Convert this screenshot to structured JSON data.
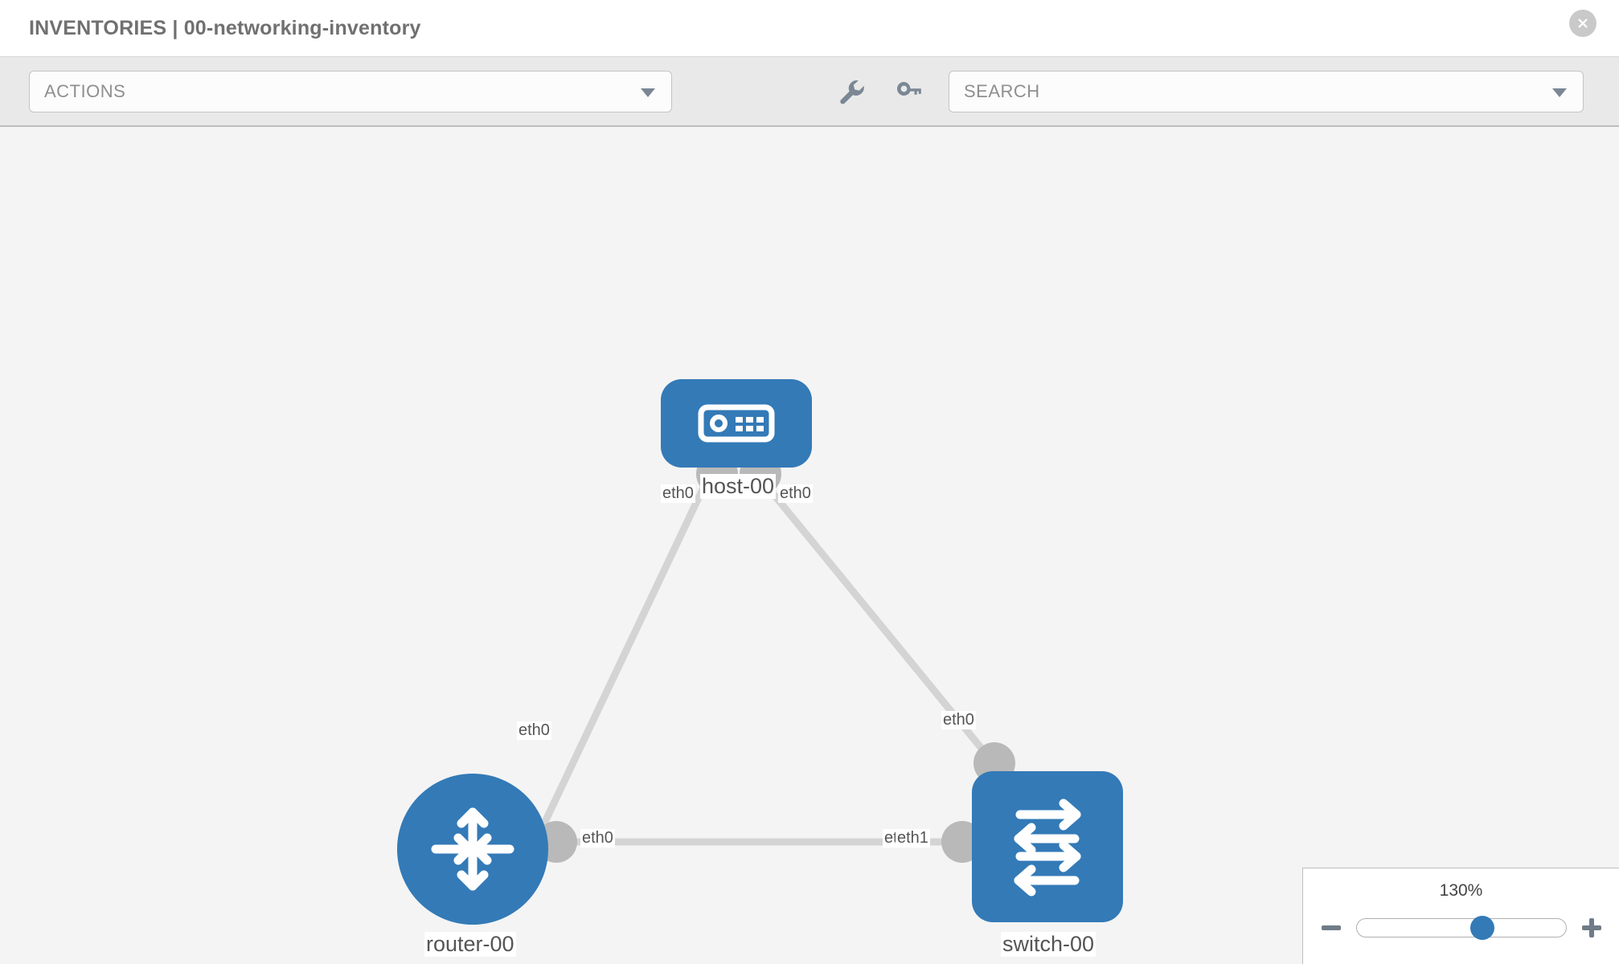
{
  "header": {
    "title": "INVENTORIES | 00-networking-inventory",
    "close_icon": "close-circle-icon"
  },
  "toolbar": {
    "actions": {
      "label": "ACTIONS",
      "caret_icon": "chevron-down-icon"
    },
    "search": {
      "placeholder": "SEARCH",
      "value": "SEARCH",
      "caret_icon": "chevron-down-icon"
    },
    "icons": [
      {
        "name": "wrench-icon",
        "title": "wrench"
      },
      {
        "name": "key-icon",
        "title": "key"
      }
    ]
  },
  "topology": {
    "nodes": [
      {
        "id": "host-00",
        "label": "host-00",
        "type": "host",
        "icon": "server-icon",
        "shape": "rounded-rect",
        "color": "#337ab7"
      },
      {
        "id": "router-00",
        "label": "router-00",
        "type": "router",
        "icon": "router-arrows-icon",
        "shape": "circle",
        "color": "#337ab7"
      },
      {
        "id": "switch-00",
        "label": "switch-00",
        "type": "switch",
        "icon": "switch-arrows-icon",
        "shape": "rounded-square",
        "color": "#337ab7"
      }
    ],
    "links": [
      {
        "from": "host-00",
        "to": "router-00",
        "from_iface": "eth0",
        "to_iface": "eth0"
      },
      {
        "from": "host-00",
        "to": "switch-00",
        "from_iface": "eth0",
        "to_iface": "eth0"
      },
      {
        "from": "router-00",
        "to": "switch-00",
        "from_iface": "eth0",
        "to_iface": "eth1"
      }
    ],
    "interface_labels": {
      "host_left": "eth0",
      "host_right": "eth0",
      "router_up": "eth0",
      "switch_up": "eth0",
      "router_right": "eth0",
      "switch_left_under": "eth0",
      "switch_left": "eth1"
    },
    "link_color": "#d4d4d4",
    "connector_color": "#b9b9b9"
  },
  "zoom_control": {
    "level": "130%",
    "minus_label": "zoom-out",
    "plus_label": "zoom-in",
    "slider_value": 60
  }
}
